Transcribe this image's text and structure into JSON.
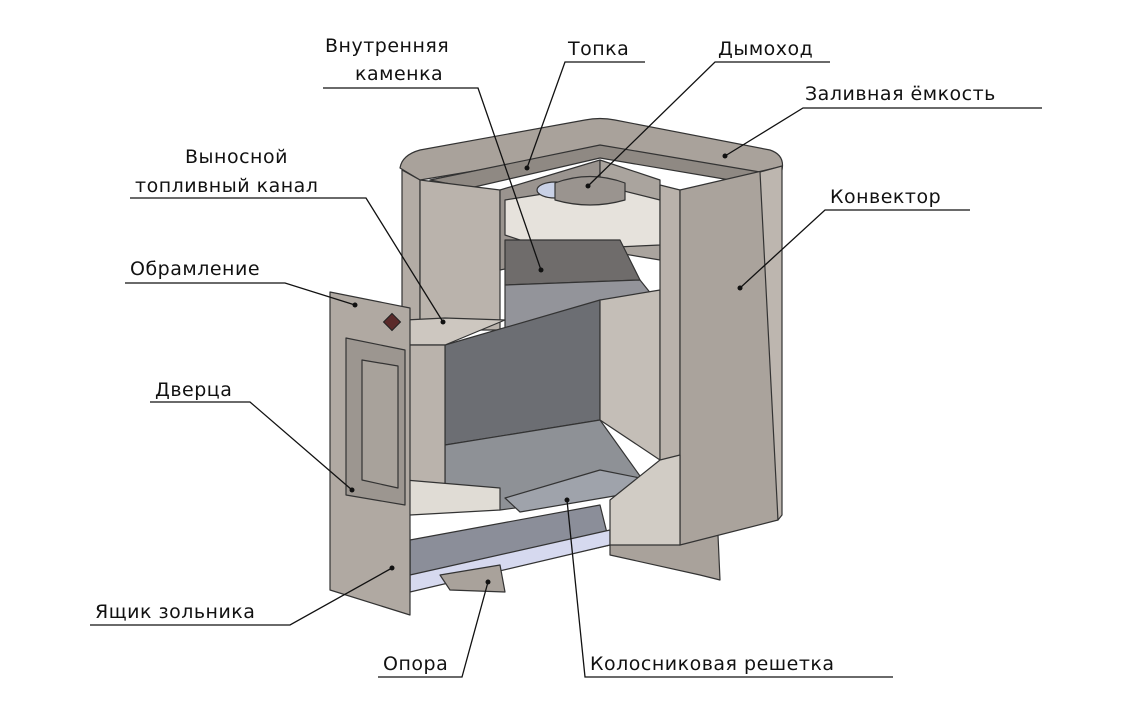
{
  "labels": {
    "inner_stones_1": "Внутренняя",
    "inner_stones_2": "каменка",
    "firebox": "Топка",
    "chimney": "Дымоход",
    "water_tank": "Заливная ёмкость",
    "fuel_channel_1": "Выносной",
    "fuel_channel_2": "топливный канал",
    "convector": "Конвектор",
    "frame": "Обрамление",
    "door": "Дверца",
    "ash_box": "Ящик зольника",
    "support": "Опора",
    "grate": "Колосниковая решетка"
  }
}
